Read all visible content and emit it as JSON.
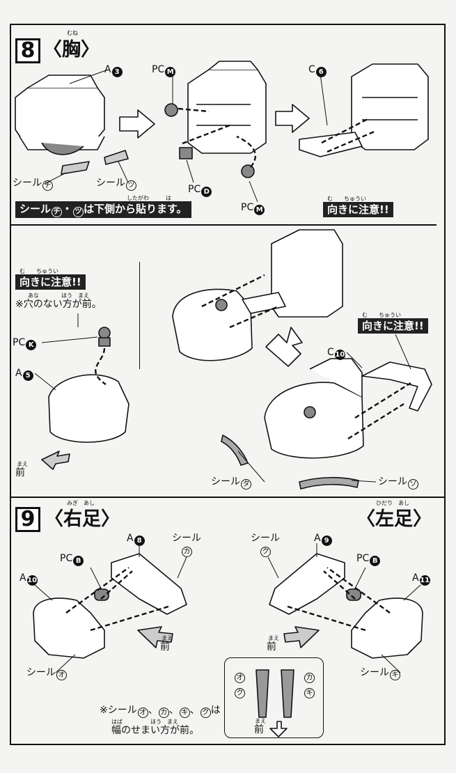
{
  "step8": {
    "number": "8",
    "title": "〈胸〉",
    "ruby": "むね",
    "labels": {
      "a3": "A",
      "a3_num": "3",
      "pcm_top": "PC",
      "pcm_top_id": "M",
      "c6": "C",
      "c6_num": "6",
      "seal_chi": "シール",
      "seal_chi_id": "チ",
      "seal_tsu": "シール",
      "seal_tsu_id": "ツ",
      "pcd": "PC",
      "pcd_id": "D",
      "pcm_bottom": "PC",
      "pcm_bottom_id": "M",
      "pck": "PC",
      "pck_id": "K",
      "a5": "A",
      "a5_num": "5",
      "c10": "C",
      "c10_num": "10",
      "seal_ta": "シール",
      "seal_ta_id": "タ",
      "seal_tsu2": "シール",
      "seal_tsu2_id": "ソ",
      "front": "前",
      "front_ruby": "まえ"
    },
    "banner_seal": {
      "a": "シール",
      "id1": "チ",
      "mid": "・",
      "id2": "ツ",
      "b": "は下側から貼ります。",
      "ruby": "したがわ　　　は"
    },
    "banner_caution_1": "向きに注意!!",
    "banner_caution_2": "向きに注意!!",
    "banner_caution_3": "向きに注意!!",
    "caution_ruby": "む　　ちゅうい",
    "hole_note": "※穴のない方が前。",
    "hole_ruby": "あな　　　　ほう　まえ"
  },
  "step9": {
    "number": "9",
    "title_right": "〈右足〉",
    "title_right_ruby": "みぎ　あし",
    "title_left": "〈左足〉",
    "title_left_ruby": "ひだり　あし",
    "labels": {
      "a8": "A",
      "a8_num": "8",
      "seal_ka": "シール",
      "seal_ka_id": "カ",
      "pcb_r": "PC",
      "pcb_r_id": "B",
      "a10": "A",
      "a10_num": "10",
      "seal_o": "シール",
      "seal_o_id": "オ",
      "front_r": "前",
      "seal_ku": "シール",
      "seal_ku_id": "ク",
      "a9": "A",
      "a9_num": "9",
      "pcb_l": "PC",
      "pcb_l_id": "B",
      "a11": "A",
      "a11_num": "11",
      "seal_ki": "シール",
      "seal_ki_id": "キ",
      "front_l": "前",
      "front_ruby": "まえ"
    },
    "note_line1": {
      "a": "※シール",
      "o": "オ",
      "ka": "カ",
      "ki": "キ",
      "ku": "ク",
      "b": "は"
    },
    "note_line2": "幅のせまい方が前。",
    "note_ruby": "はば　　　　　ほう　まえ",
    "seal_box": {
      "o": "オ",
      "ku": "ク",
      "ka": "カ",
      "ki": "キ",
      "front": "前",
      "front_ruby": "まえ"
    }
  }
}
